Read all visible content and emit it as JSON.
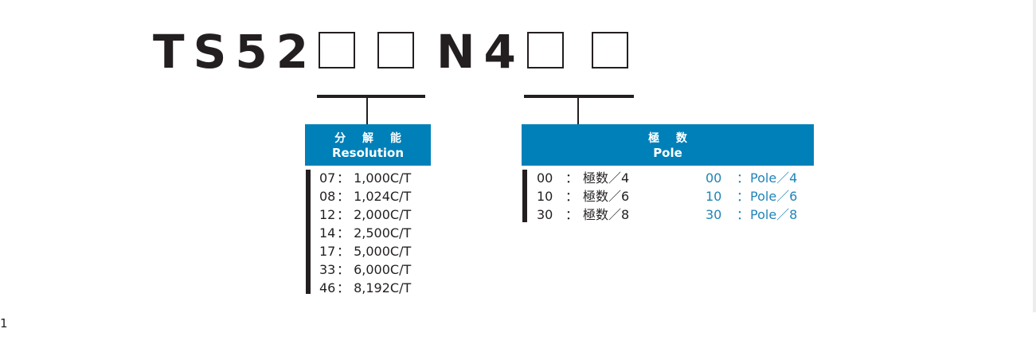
{
  "model_code": {
    "prefix": "TS52",
    "middle": "N4"
  },
  "resolution": {
    "title_jp": "分 解 能",
    "title_en": "Resolution",
    "items": [
      {
        "code": "07",
        "value": "1,000C/T"
      },
      {
        "code": "08",
        "value": "1,024C/T"
      },
      {
        "code": "12",
        "value": "2,000C/T"
      },
      {
        "code": "14",
        "value": "2,500C/T"
      },
      {
        "code": "17",
        "value": "5,000C/T"
      },
      {
        "code": "33",
        "value": "6,000C/T"
      },
      {
        "code": "46",
        "value": "8,192C/T"
      }
    ]
  },
  "pole": {
    "title_jp": "極 数",
    "title_en": "Pole",
    "items": [
      {
        "code": "00",
        "jp": "極数／4",
        "en": "Pole／4"
      },
      {
        "code": "10",
        "jp": "極数／6",
        "en": "Pole／6"
      },
      {
        "code": "30",
        "jp": "極数／8",
        "en": "Pole／8"
      }
    ]
  },
  "colors": {
    "header_bg": "#0080b8",
    "english_text": "#1f84b8",
    "ink": "#231f20"
  },
  "page_number": "1"
}
